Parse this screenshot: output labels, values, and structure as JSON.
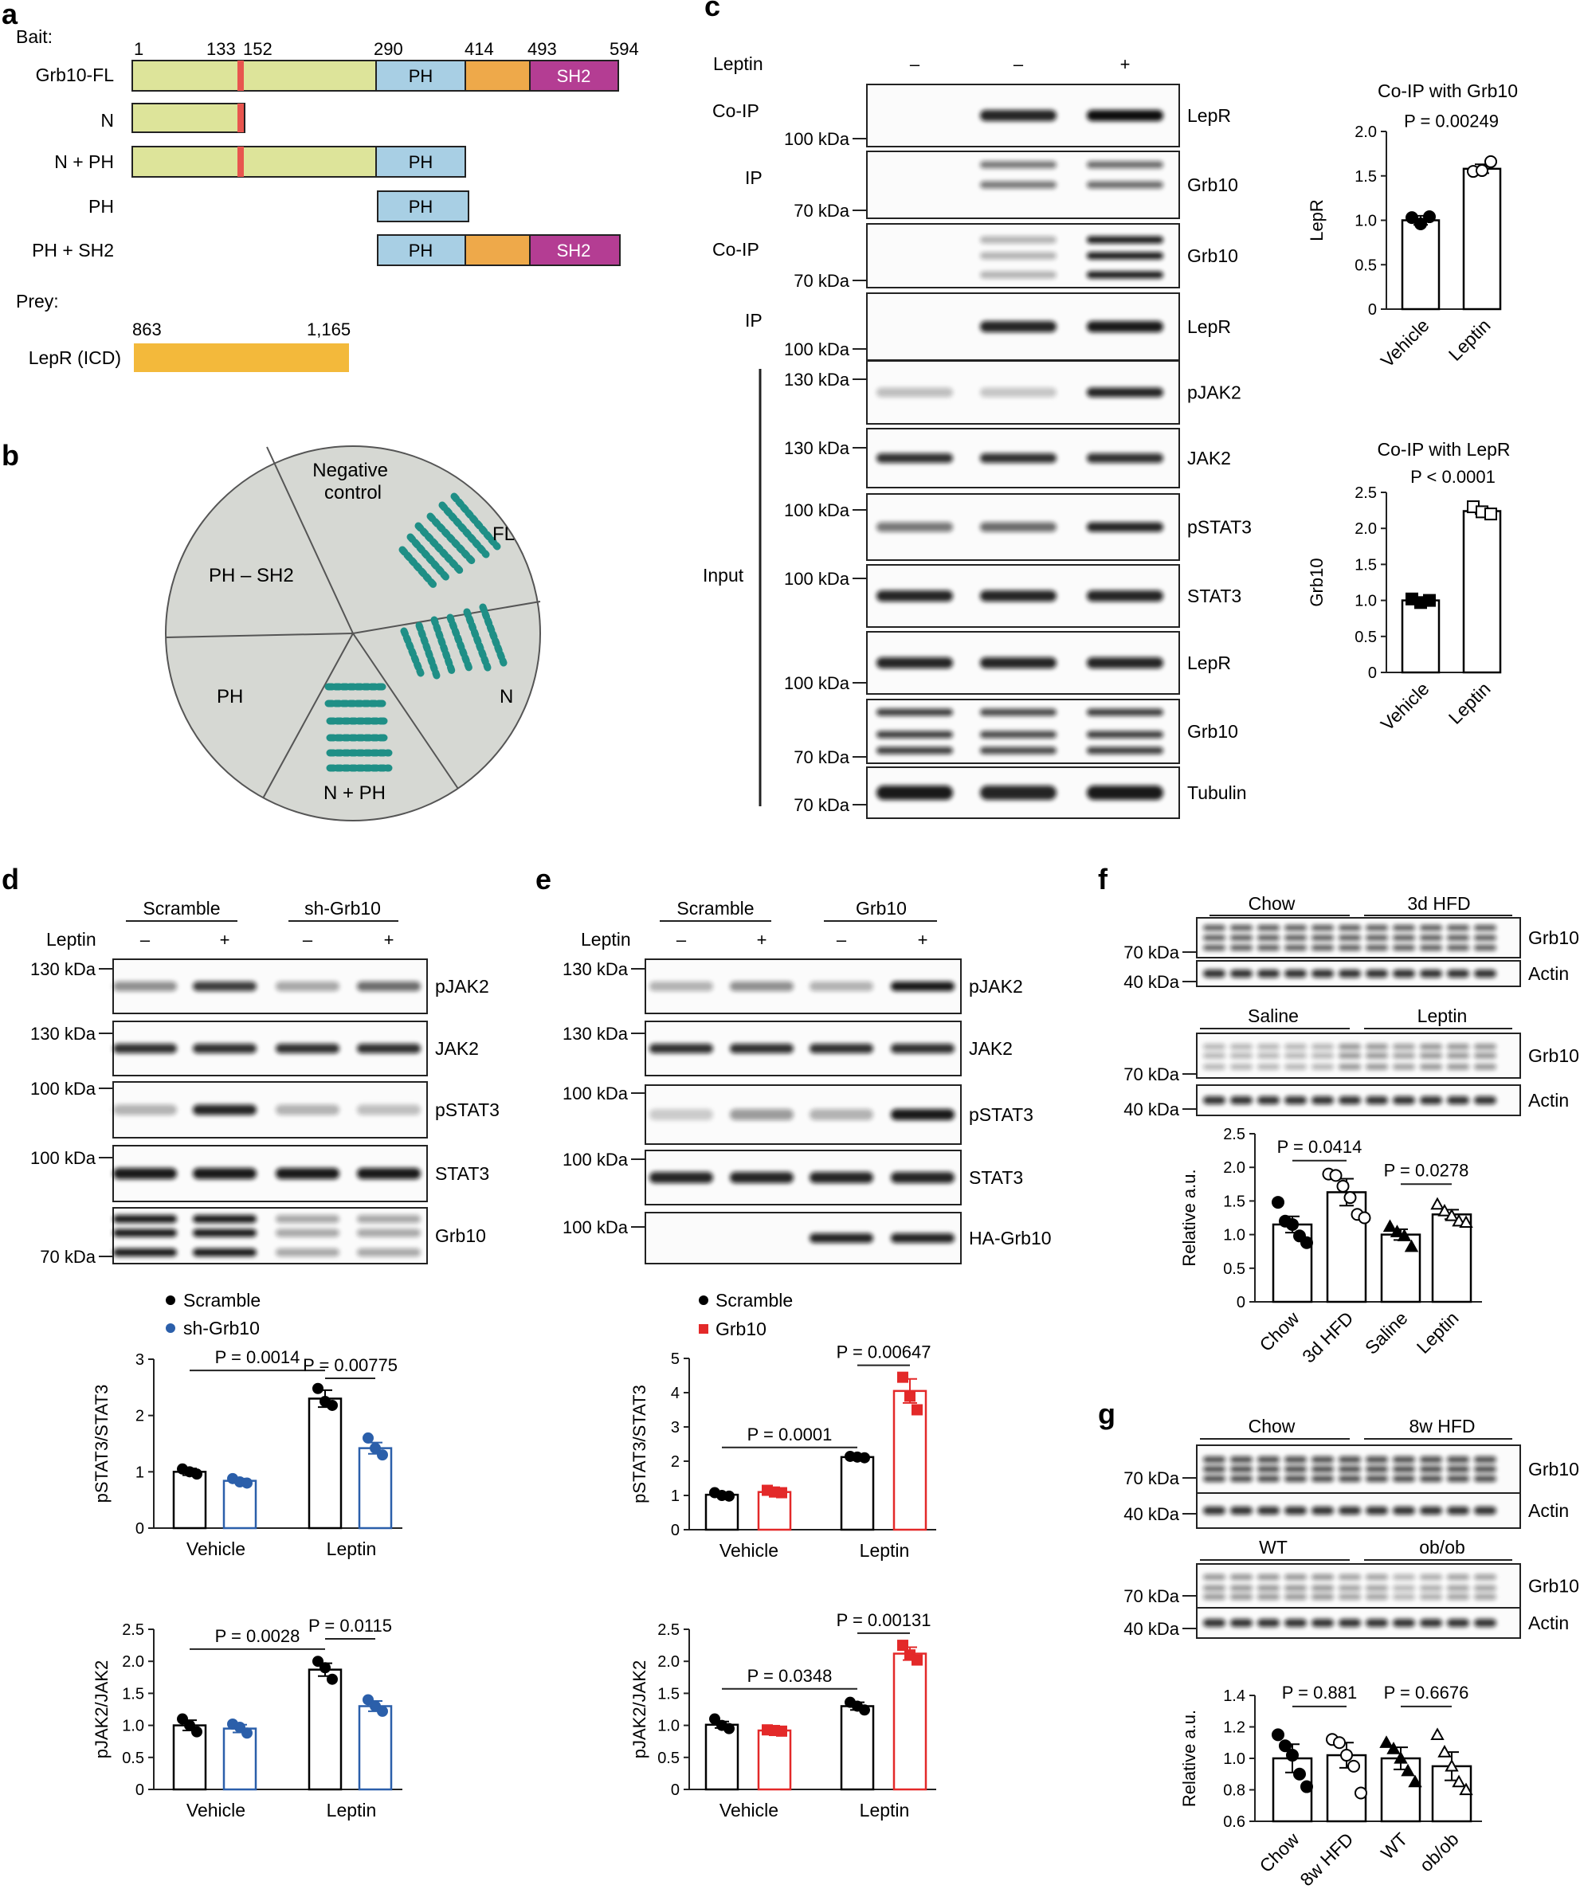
{
  "colors": {
    "n_domain": "#dde49a",
    "motif": "#e8554e",
    "ph_domain": "#a8cfe4",
    "linker": "#eea94a",
    "sh2_domain": "#b43d93",
    "lepr_icd": "#f3b93b",
    "scramble": "#000000",
    "sh_grb10": "#2b5faa",
    "grb10_oe": "#e32929",
    "plate": "#d6d8d3",
    "colony": "#1f8f86"
  },
  "panel_a": {
    "letter": "a",
    "bait_label": "Bait:",
    "prey_label": "Prey:",
    "positions": [
      "1",
      "133",
      "152",
      "290",
      "414",
      "493",
      "594"
    ],
    "constructs": [
      {
        "name": "Grb10-FL",
        "ph": "PH",
        "sh2": "SH2"
      },
      {
        "name": "N"
      },
      {
        "name": "N + PH",
        "ph": "PH"
      },
      {
        "name": "PH",
        "ph": "PH"
      },
      {
        "name": "PH + SH2",
        "ph": "PH",
        "sh2": "SH2"
      }
    ],
    "prey": {
      "name": "LepR (ICD)",
      "start": "863",
      "end": "1,165"
    }
  },
  "panel_b": {
    "letter": "b",
    "sectors": [
      "Negative control",
      "FL",
      "N",
      "N + PH",
      "PH",
      "PH – SH2"
    ]
  },
  "panel_c": {
    "letter": "c",
    "treatment_label": "Leptin",
    "lanes": [
      "–",
      "–",
      "+"
    ],
    "groups": [
      "Co-IP",
      "IP",
      "Co-IP",
      "IP",
      "Input"
    ],
    "blots": [
      "LepR",
      "Grb10",
      "Grb10",
      "LepR",
      "pJAK2",
      "JAK2",
      "pSTAT3",
      "STAT3",
      "LepR",
      "Grb10",
      "Tubulin"
    ],
    "markers": [
      "100 kDa",
      "70 kDa",
      "70 kDa",
      "100 kDa",
      "130 kDa",
      "130 kDa",
      "100 kDa",
      "100 kDa",
      "100 kDa",
      "70 kDa",
      "70 kDa"
    ]
  },
  "panel_d": {
    "letter": "d",
    "groups": [
      "Scramble",
      "sh-Grb10"
    ],
    "treatment_label": "Leptin",
    "lanes": [
      "–",
      "+",
      "–",
      "+"
    ],
    "blots": [
      "pJAK2",
      "JAK2",
      "pSTAT3",
      "STAT3",
      "Grb10"
    ],
    "markers": [
      "130 kDa",
      "130 kDa",
      "100 kDa",
      "100 kDa",
      "70 kDa"
    ],
    "legend": [
      "Scramble",
      "sh-Grb10"
    ]
  },
  "panel_e": {
    "letter": "e",
    "groups": [
      "Scramble",
      "Grb10"
    ],
    "treatment_label": "Leptin",
    "lanes": [
      "–",
      "+",
      "–",
      "+"
    ],
    "blots": [
      "pJAK2",
      "JAK2",
      "pSTAT3",
      "STAT3",
      "HA-Grb10"
    ],
    "markers": [
      "130 kDa",
      "130 kDa",
      "100 kDa",
      "100 kDa",
      "100 kDa"
    ],
    "legend": [
      "Scramble",
      "Grb10"
    ]
  },
  "panel_f": {
    "letter": "f",
    "blot_groups": [
      "Chow",
      "3d HFD",
      "Saline",
      "Leptin"
    ],
    "blot_labels": [
      "Grb10",
      "Actin",
      "Grb10",
      "Actin"
    ],
    "markers": [
      "70 kDa",
      "40 kDa",
      "70 kDa",
      "40 kDa"
    ]
  },
  "panel_g": {
    "letter": "g",
    "blot_groups": [
      "Chow",
      "8w HFD",
      "WT",
      "ob/ob"
    ],
    "blot_labels": [
      "Grb10",
      "Actin",
      "Grb10",
      "Actin"
    ],
    "markers": [
      "70 kDa",
      "40 kDa",
      "70 kDa",
      "40 kDa"
    ]
  },
  "chart_data": [
    {
      "id": "c_top",
      "type": "bar",
      "title": "Co-IP with Grb10",
      "categories": [
        "Vehicle",
        "Leptin"
      ],
      "values": [
        1.0,
        1.58
      ],
      "errors": [
        0.05,
        0.05
      ],
      "points": [
        [
          1.03,
          0.96,
          1.04
        ],
        [
          1.55,
          1.56,
          1.66
        ]
      ],
      "ylabel": "LepR",
      "ylim": [
        0,
        2.0
      ],
      "yticks": [
        0,
        0.5,
        1.0,
        1.5,
        2.0
      ],
      "yticklabels": [
        "0",
        "0.5",
        "1.0",
        "1.5",
        "2.0"
      ],
      "markers": [
        "circle",
        "circle-open"
      ],
      "pvalues": [
        {
          "text": "P = 0.00249",
          "from": 0,
          "to": 1
        }
      ]
    },
    {
      "id": "c_bot",
      "type": "bar",
      "title": "Co-IP with LepR",
      "categories": [
        "Vehicle",
        "Leptin"
      ],
      "values": [
        1.0,
        2.24
      ],
      "errors": [
        0.03,
        0.04
      ],
      "points": [
        [
          1.02,
          0.97,
          1.0
        ],
        [
          2.3,
          2.23,
          2.2
        ]
      ],
      "ylabel": "Grb10",
      "ylim": [
        0,
        2.5
      ],
      "yticks": [
        0,
        0.5,
        1.0,
        1.5,
        2.0,
        2.5
      ],
      "yticklabels": [
        "0",
        "0.5",
        "1.0",
        "1.5",
        "2.0",
        "2.5"
      ],
      "markers": [
        "square",
        "square-open"
      ],
      "pvalues": [
        {
          "text": "P < 0.0001",
          "from": 0,
          "to": 1
        }
      ]
    },
    {
      "id": "d_top",
      "type": "bar",
      "categories": [
        "Vehicle",
        "Leptin"
      ],
      "series": [
        {
          "name": "Scramble",
          "values": [
            1.0,
            2.3
          ],
          "errors": [
            0.06,
            0.15
          ],
          "points": [
            [
              1.05,
              1.0,
              0.96
            ],
            [
              2.48,
              2.25,
              2.18
            ]
          ]
        },
        {
          "name": "sh-Grb10",
          "values": [
            0.84,
            1.42
          ],
          "errors": [
            0.04,
            0.1
          ],
          "points": [
            [
              0.88,
              0.82,
              0.8
            ],
            [
              1.6,
              1.42,
              1.3
            ]
          ]
        }
      ],
      "ylabel": "pSTAT3/STAT3",
      "ylim": [
        0,
        3
      ],
      "yticks": [
        0,
        1,
        2,
        3
      ],
      "yticklabels": [
        "0",
        "1",
        "2",
        "3"
      ],
      "markers": [
        "circle",
        "circle"
      ],
      "pvalues": [
        {
          "text": "P = 0.0014",
          "from": [
            0,
            0
          ],
          "to": [
            1,
            0
          ]
        },
        {
          "text": "P = 0.00775",
          "from": [
            1,
            0
          ],
          "to": [
            1,
            1
          ]
        }
      ]
    },
    {
      "id": "d_bot",
      "type": "bar",
      "categories": [
        "Vehicle",
        "Leptin"
      ],
      "series": [
        {
          "name": "Scramble",
          "values": [
            1.0,
            1.87
          ],
          "errors": [
            0.08,
            0.1
          ],
          "points": [
            [
              1.1,
              1.0,
              0.9
            ],
            [
              2.0,
              1.9,
              1.72
            ]
          ]
        },
        {
          "name": "sh-Grb10",
          "values": [
            0.95,
            1.3
          ],
          "errors": [
            0.06,
            0.08
          ],
          "points": [
            [
              1.02,
              0.97,
              0.88
            ],
            [
              1.4,
              1.3,
              1.22
            ]
          ]
        }
      ],
      "ylabel": "pJAK2/JAK2",
      "ylim": [
        0,
        2.5
      ],
      "yticks": [
        0,
        0.5,
        1.0,
        1.5,
        2.0,
        2.5
      ],
      "yticklabels": [
        "0",
        "0.5",
        "1.0",
        "1.5",
        "2.0",
        "2.5"
      ],
      "markers": [
        "circle",
        "circle"
      ],
      "pvalues": [
        {
          "text": "P = 0.0028",
          "from": [
            0,
            0
          ],
          "to": [
            1,
            0
          ]
        },
        {
          "text": "P = 0.0115",
          "from": [
            1,
            0
          ],
          "to": [
            1,
            1
          ]
        }
      ]
    },
    {
      "id": "e_top",
      "type": "bar",
      "categories": [
        "Vehicle",
        "Leptin"
      ],
      "series": [
        {
          "name": "Scramble",
          "values": [
            1.02,
            2.12
          ],
          "errors": [
            0.05,
            0.03
          ],
          "points": [
            [
              1.08,
              1.0,
              0.98
            ],
            [
              2.14,
              2.12,
              2.1
            ]
          ]
        },
        {
          "name": "Grb10",
          "values": [
            1.1,
            4.05
          ],
          "errors": [
            0.04,
            0.35
          ],
          "points": [
            [
              1.15,
              1.1,
              1.08
            ],
            [
              4.45,
              3.9,
              3.5
            ]
          ]
        }
      ],
      "ylabel": "pSTAT3/STAT3",
      "ylim": [
        0,
        5
      ],
      "yticks": [
        0,
        1,
        2,
        3,
        4,
        5
      ],
      "yticklabels": [
        "0",
        "1",
        "2",
        "3",
        "4",
        "5"
      ],
      "markers": [
        "circle",
        "square"
      ],
      "pvalues": [
        {
          "text": "P = 0.0001",
          "from": [
            0,
            0
          ],
          "to": [
            1,
            0
          ]
        },
        {
          "text": "P = 0.00647",
          "from": [
            1,
            0
          ],
          "to": [
            1,
            1
          ]
        }
      ]
    },
    {
      "id": "e_bot",
      "type": "bar",
      "categories": [
        "Vehicle",
        "Leptin"
      ],
      "series": [
        {
          "name": "Scramble",
          "values": [
            1.01,
            1.3
          ],
          "errors": [
            0.05,
            0.06
          ],
          "points": [
            [
              1.1,
              1.0,
              0.95
            ],
            [
              1.36,
              1.3,
              1.24
            ]
          ]
        },
        {
          "name": "Grb10",
          "values": [
            0.92,
            2.12
          ],
          "errors": [
            0.01,
            0.1
          ],
          "points": [
            [
              0.93,
              0.92,
              0.91
            ],
            [
              2.25,
              2.1,
              2.02
            ]
          ]
        }
      ],
      "ylabel": "pJAK2/JAK2",
      "ylim": [
        0,
        2.5
      ],
      "yticks": [
        0,
        0.5,
        1.0,
        1.5,
        2.0,
        2.5
      ],
      "yticklabels": [
        "0",
        "0.5",
        "1.0",
        "1.5",
        "2.0",
        "2.5"
      ],
      "markers": [
        "circle",
        "square"
      ],
      "pvalues": [
        {
          "text": "P = 0.0348",
          "from": [
            0,
            0
          ],
          "to": [
            1,
            0
          ]
        },
        {
          "text": "P = 0.00131",
          "from": [
            1,
            0
          ],
          "to": [
            1,
            1
          ]
        }
      ]
    },
    {
      "id": "f_chart",
      "type": "bar",
      "categories": [
        "Chow",
        "3d HFD",
        "Saline",
        "Leptin"
      ],
      "values": [
        1.15,
        1.63,
        1.0,
        1.3
      ],
      "errors": [
        0.12,
        0.2,
        0.08,
        0.07
      ],
      "points": [
        [
          1.48,
          1.2,
          1.15,
          0.98,
          0.88
        ],
        [
          1.9,
          1.88,
          1.72,
          1.55,
          1.3,
          1.25
        ],
        [
          1.12,
          1.04,
          0.98,
          0.82
        ],
        [
          1.45,
          1.35,
          1.28,
          1.2,
          1.18
        ]
      ],
      "ylabel": "Relative a.u.",
      "ylim": [
        0,
        2.5
      ],
      "yticks": [
        0,
        0.5,
        1.0,
        1.5,
        2.0,
        2.5
      ],
      "yticklabels": [
        "0",
        "0.5",
        "1.0",
        "1.5",
        "2.0",
        "2.5"
      ],
      "markers": [
        "circle",
        "circle-open",
        "triangle",
        "triangle-open"
      ],
      "pvalues": [
        {
          "text": "P = 0.0414",
          "from": 0,
          "to": 1
        },
        {
          "text": "P = 0.0278",
          "from": 2,
          "to": 3
        }
      ]
    },
    {
      "id": "g_chart",
      "type": "bar",
      "categories": [
        "Chow",
        "8w HFD",
        "WT",
        "ob/ob"
      ],
      "values": [
        1.0,
        1.02,
        1.0,
        0.95
      ],
      "errors": [
        0.09,
        0.08,
        0.07,
        0.09
      ],
      "points": [
        [
          1.15,
          1.08,
          1.02,
          0.9,
          0.82
        ],
        [
          1.12,
          1.1,
          1.02,
          0.95,
          0.78
        ],
        [
          1.1,
          1.06,
          1.0,
          0.92,
          0.85
        ],
        [
          1.15,
          1.04,
          0.95,
          0.85,
          0.8
        ]
      ],
      "ylabel": "Relative a.u.",
      "ylim": [
        0.6,
        1.4
      ],
      "yticks": [
        0.6,
        0.8,
        1.0,
        1.2,
        1.4
      ],
      "yticklabels": [
        "0.6",
        "0.8",
        "1.0",
        "1.2",
        "1.4"
      ],
      "markers": [
        "circle",
        "circle-open",
        "triangle",
        "triangle-open"
      ],
      "pvalues": [
        {
          "text": "P = 0.881",
          "from": 0,
          "to": 1
        },
        {
          "text": "P = 0.6676",
          "from": 2,
          "to": 3
        }
      ]
    }
  ]
}
